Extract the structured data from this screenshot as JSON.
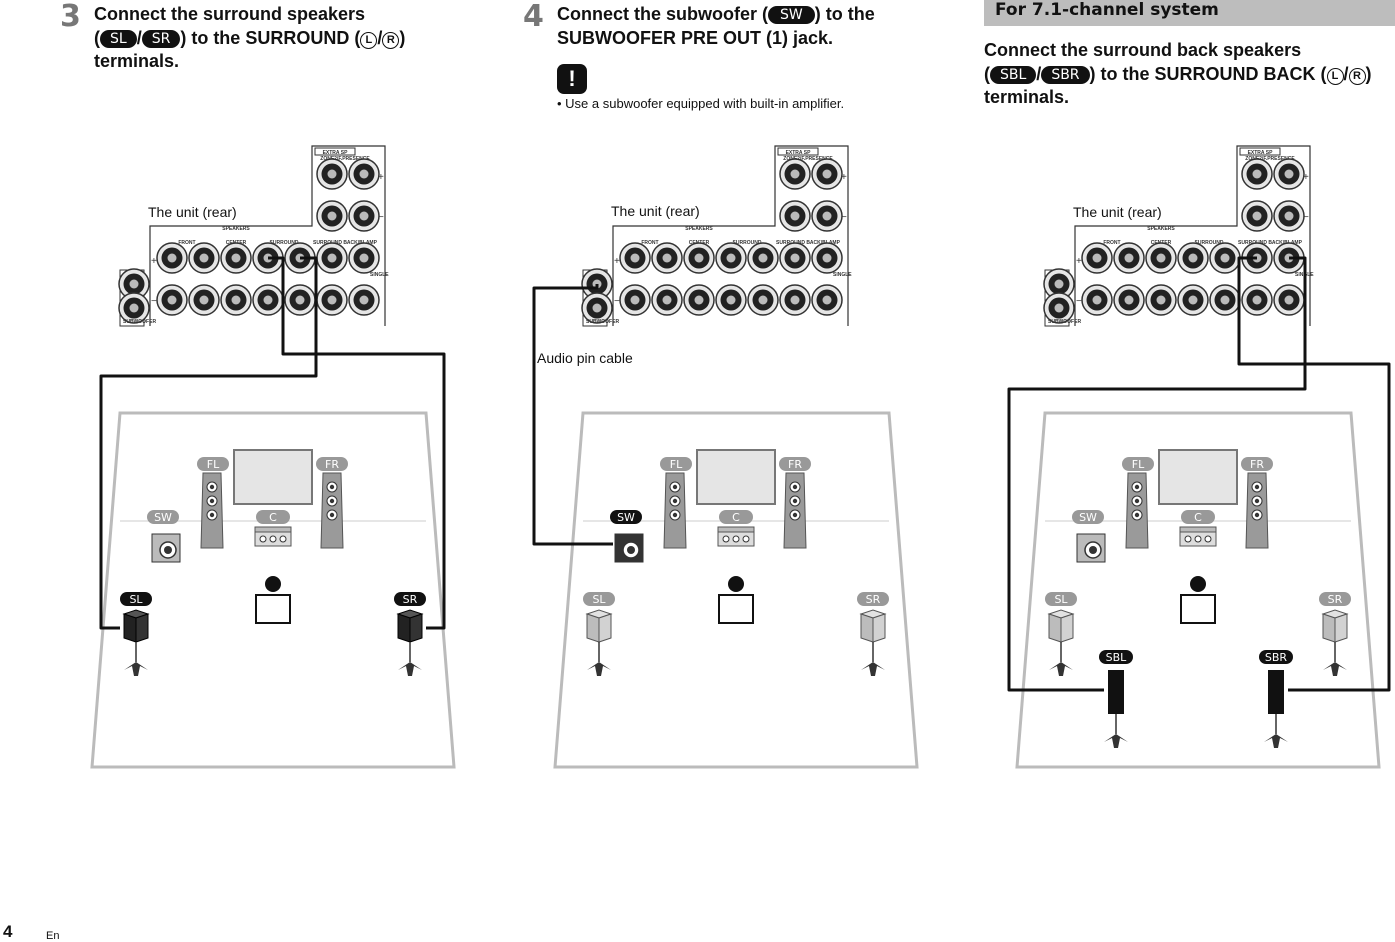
{
  "step3": {
    "number": "3",
    "line1": "Connect the surround speakers",
    "open_paren": "(",
    "sl": "SL",
    "slash": "/",
    "sr": "SR",
    "after": ") to the SURROUND (",
    "L": "L",
    "R": "R",
    "close": ")",
    "line3": "terminals.",
    "unit_label": "The unit (rear)"
  },
  "step4": {
    "number": "4",
    "before": "Connect the subwoofer (",
    "sw": "SW",
    "after": ") to the",
    "line2": "SUBWOOFER PRE OUT (1) jack.",
    "caution_mark": "!",
    "note": "•  Use a subwoofer equipped with built-in amplifier.",
    "unit_label": "The unit (rear)",
    "cable_label": "Audio pin cable"
  },
  "section71": {
    "band_title": "For 7.1-channel system",
    "line1": "Connect the surround back speakers",
    "open_paren": "(",
    "sbl": "SBL",
    "slash": "/",
    "sbr": "SBR",
    "after": ") to the SURROUND BACK (",
    "L": "L",
    "R": "R",
    "close": ")",
    "line3": "terminals.",
    "unit_label": "The unit (rear)"
  },
  "panel": {
    "extra_sp": "EXTRA SP",
    "zone_presence": "ZONE2/F.PRESENCE",
    "speakers": "SPEAKERS",
    "front": "FRONT",
    "center": "CENTER",
    "surround": "SURROUND",
    "surround_back": "SURROUND BACK/BI-AMP",
    "single": "SINGLE",
    "subwoofer": "SUBWOOFER",
    "plus": "+",
    "minus": "−"
  },
  "room": {
    "fl": "FL",
    "fr": "FR",
    "c": "C",
    "sw": "SW",
    "sl": "SL",
    "sr": "SR",
    "sbl": "SBL",
    "sbr": "SBR"
  },
  "footer": {
    "page": "4",
    "lang": "En"
  },
  "colors": {
    "accent": "#111111",
    "band": "#bdbdbd",
    "step_number": "#777777"
  }
}
